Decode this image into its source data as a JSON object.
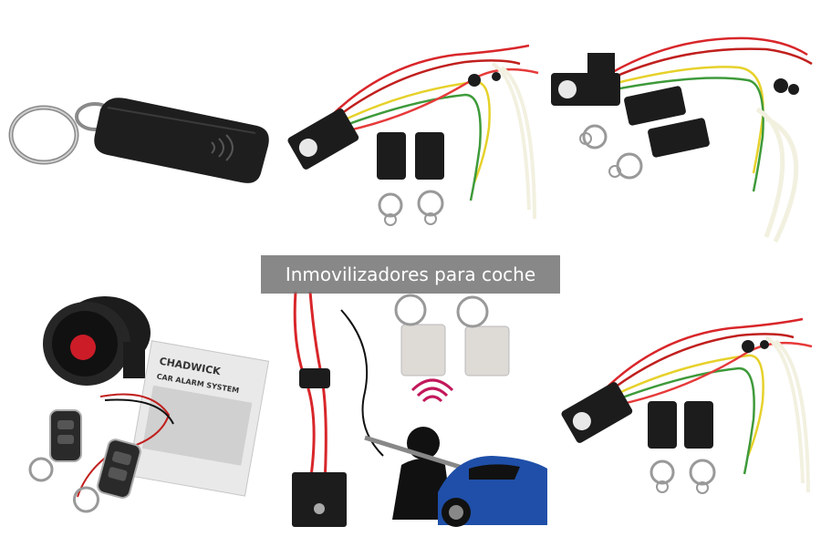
{
  "banner": {
    "text": "Inmovilizadores para coche"
  },
  "products": [
    {
      "name": "keyfob-card-product"
    },
    {
      "name": "wiring-immobilizer-product"
    },
    {
      "name": "wiring-immobilizer-product-alt"
    },
    {
      "name": "car-alarm-siren-kit-product"
    },
    {
      "name": "thief-scene-immobilizer-product"
    },
    {
      "name": "wiring-immobilizer-product-third"
    }
  ],
  "alarm_box": {
    "brand": "CHADWICK",
    "title": "CAR ALARM SYSTEM"
  },
  "colors": {
    "module_black": "#1c1c1c",
    "wire_red": "#d8262a",
    "wire_yellow": "#e6d12a",
    "wire_green": "#3e9a3a",
    "wire_white": "#f2f0df",
    "siren_red": "#cc1c28",
    "car_blue": "#1f4fa8",
    "banner_bg": "#6e6e6e"
  }
}
